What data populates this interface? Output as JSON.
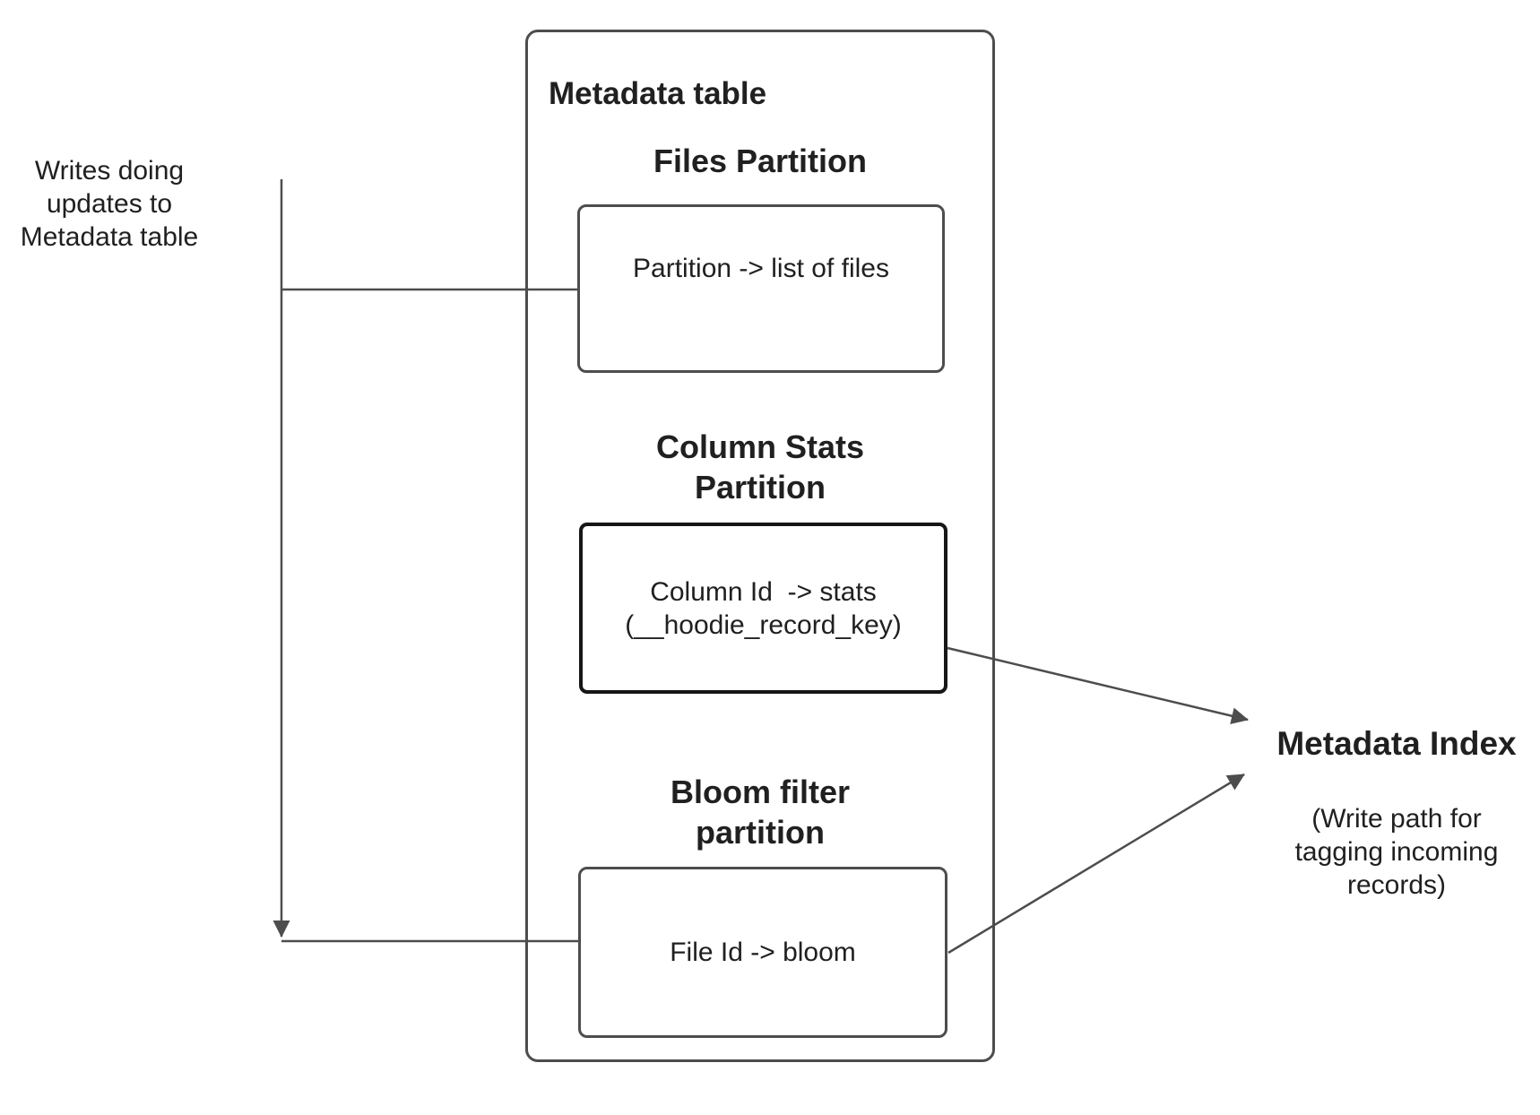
{
  "style": {
    "background": "#ffffff",
    "line_color": "#4d4d4d",
    "emphasis_border_color": "#161616",
    "text_color": "#202020"
  },
  "left_annotation": {
    "label": "Writes doing\nupdates to\nMetadata table"
  },
  "metadata_table": {
    "title": "Metadata table",
    "sections": [
      {
        "heading": "Files Partition",
        "box_text": "Partition -> list of files"
      },
      {
        "heading": "Column Stats\nPartition",
        "box_text": "Column Id  -> stats\n(__hoodie_record_key)"
      },
      {
        "heading": "Bloom filter\npartition",
        "box_text": "File Id -> bloom"
      }
    ]
  },
  "metadata_index": {
    "title": "Metadata Index",
    "subtitle": "(Write path for\ntagging incoming\nrecords)"
  }
}
